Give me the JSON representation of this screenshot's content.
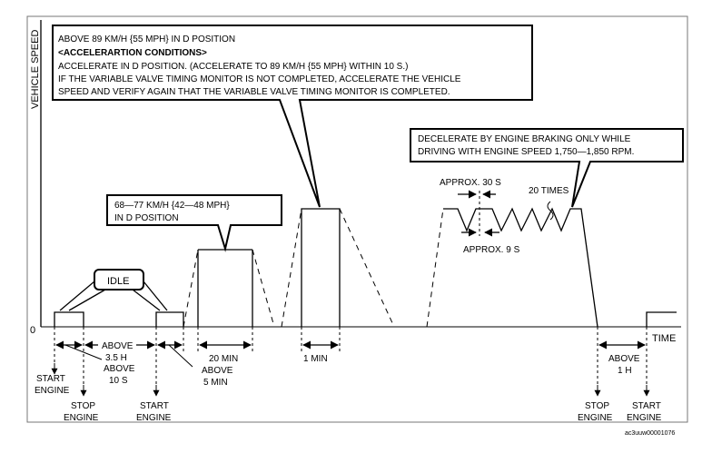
{
  "axes": {
    "y_label": "VEHICLE SPEED",
    "x_label": "TIME",
    "origin": "0"
  },
  "callouts": {
    "top": {
      "line1": "ABOVE 89 KM/H {55 MPH} IN D POSITION",
      "line2": "<ACCELERARTION CONDITIONS>",
      "line3": "ACCELERATE IN D POSITION. (ACCELERATE TO 89 KM/H {55 MPH} WITHIN 10 S.)",
      "line4": "IF THE VARIABLE VALVE TIMING MONITOR IS NOT COMPLETED, ACCELERATE THE VEHICLE",
      "line5": "SPEED AND VERIFY AGAIN THAT THE VARIABLE VALVE TIMING MONITOR IS COMPLETED."
    },
    "mid": {
      "line1": "68—77 KM/H {42—48 MPH}",
      "line2": "IN D POSITION"
    },
    "idle": "IDLE",
    "right": {
      "line1": "DECELERATE BY ENGINE BRAKING ONLY WHILE",
      "line2": "DRIVING WITH ENGINE SPEED 1,750—1,850 RPM."
    }
  },
  "annotations": {
    "approx30": "APPROX. 30 S",
    "approx9": "APPROX. 9 S",
    "times20": "20 TIMES",
    "above35h_1": "ABOVE",
    "above35h_2": "3.5 H",
    "above10s_1": "ABOVE",
    "above10s_2": "10 S",
    "above5min_1": "ABOVE",
    "above5min_2": "5 MIN",
    "min20": "20 MIN",
    "min1": "1 MIN",
    "above1h_1": "ABOVE",
    "above1h_2": "1 H"
  },
  "events": {
    "start_engine_1_a": "START",
    "start_engine_1_b": "ENGINE",
    "stop_engine_1_a": "STOP",
    "stop_engine_1_b": "ENGINE",
    "start_engine_2_a": "START",
    "start_engine_2_b": "ENGINE",
    "stop_engine_2_a": "STOP",
    "stop_engine_2_b": "ENGINE",
    "start_engine_3_a": "START",
    "start_engine_3_b": "ENGINE"
  },
  "figure_code": "ac3uuw00001076"
}
